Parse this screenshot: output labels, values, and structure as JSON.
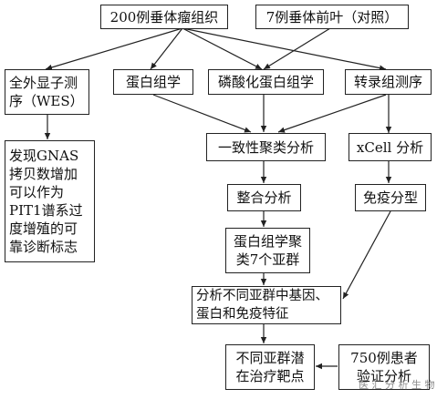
{
  "diagram": {
    "nodes": {
      "tumor_samples": "200例垂体瘤组织",
      "control_samples": "7例垂体前叶（对照）",
      "wes": "全外显子测\n序（WES）",
      "proteomics": "蛋白组学",
      "phosphoproteomics": "磷酸化蛋白组学",
      "transcriptomics": "转录组测序",
      "consensus_clustering": "一致性聚类分析",
      "xcell": "xCell 分析",
      "gnas_finding": "发现GNAS\n拷贝数增加\n可以作为\nPIT1谱系过\n度增殖的可\n靠诊断标志",
      "integration": "整合分析",
      "immune_typing": "免疫分型",
      "proteome_subgroups": "蛋白组学聚\n类7个亚群",
      "subgroup_features": "分析不同亚群中基因、\n蛋白和免疫特征",
      "validation": "750例患者\n验证分析",
      "targets": "不同亚群潜\n在治疗靶点"
    },
    "edges": [
      [
        "tumor_samples",
        "wes"
      ],
      [
        "tumor_samples",
        "proteomics"
      ],
      [
        "tumor_samples",
        "phosphoproteomics"
      ],
      [
        "tumor_samples",
        "transcriptomics"
      ],
      [
        "control_samples",
        "phosphoproteomics"
      ],
      [
        "wes",
        "gnas_finding"
      ],
      [
        "proteomics",
        "consensus_clustering"
      ],
      [
        "phosphoproteomics",
        "consensus_clustering"
      ],
      [
        "transcriptomics",
        "consensus_clustering"
      ],
      [
        "transcriptomics",
        "xcell"
      ],
      [
        "consensus_clustering",
        "integration"
      ],
      [
        "xcell",
        "immune_typing"
      ],
      [
        "integration",
        "proteome_subgroups"
      ],
      [
        "proteome_subgroups",
        "subgroup_features"
      ],
      [
        "immune_typing",
        "subgroup_features"
      ],
      [
        "subgroup_features",
        "targets"
      ],
      [
        "validation",
        "targets"
      ]
    ],
    "watermark": "医 汇 分 析 生 物"
  }
}
